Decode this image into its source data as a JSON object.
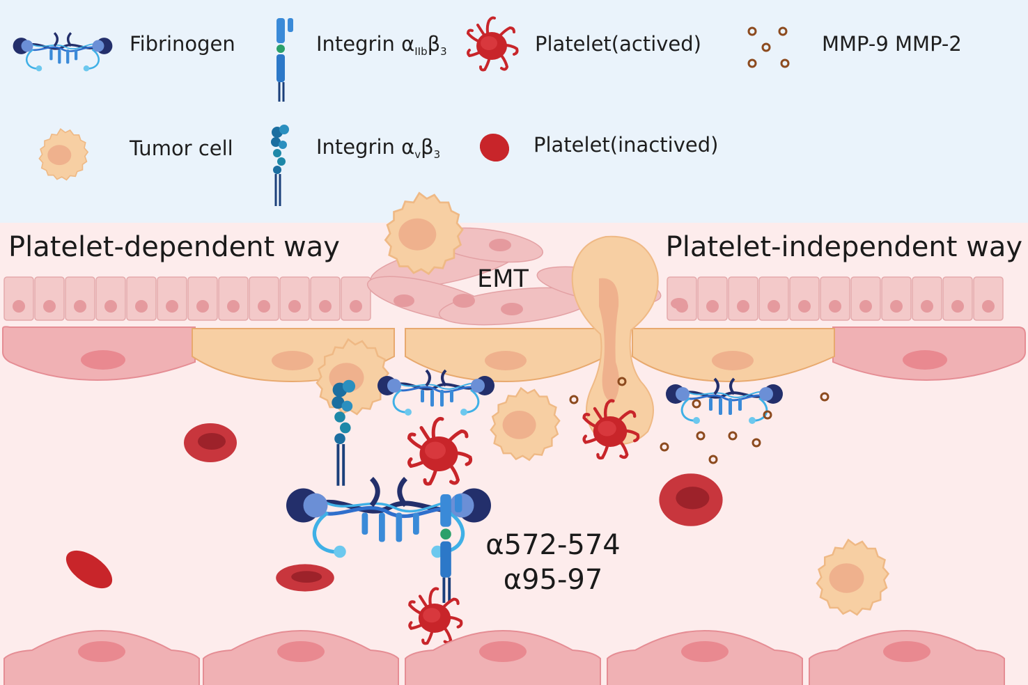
{
  "legend": {
    "fibrinogen": "Fibrinogen",
    "integrin_aiib": {
      "base": "Integrin α",
      "sub": "IIb",
      "beta": "β",
      "beta_sub": "3"
    },
    "platelet_active": "Platelet(actived)",
    "mmp": "MMP-9  MMP-2",
    "tumor_cell": "Tumor cell",
    "integrin_av": {
      "base": "Integrin α",
      "sub": "v",
      "beta": "β",
      "beta_sub": "3"
    },
    "platelet_inactive": "Platelet(inactived)"
  },
  "labels": {
    "platelet_dependent": "Platelet-dependent way",
    "platelet_independent": "Platelet-independent way",
    "emt": "EMT",
    "site_1": "α572-574",
    "site_2": "α95-97"
  },
  "colors": {
    "legend_bg": "#eaf3fb",
    "vessel_bg": "#fdecec",
    "endothelial": "#f0b1b4",
    "tumor": "#f7cfa3",
    "platelet_active": "#c8252a",
    "platelet_inactive": "#c8252a",
    "fibrinogen_dark": "#232f6b",
    "fibrinogen_light": "#3fb0e6",
    "mmp": "#8c4a1e"
  }
}
